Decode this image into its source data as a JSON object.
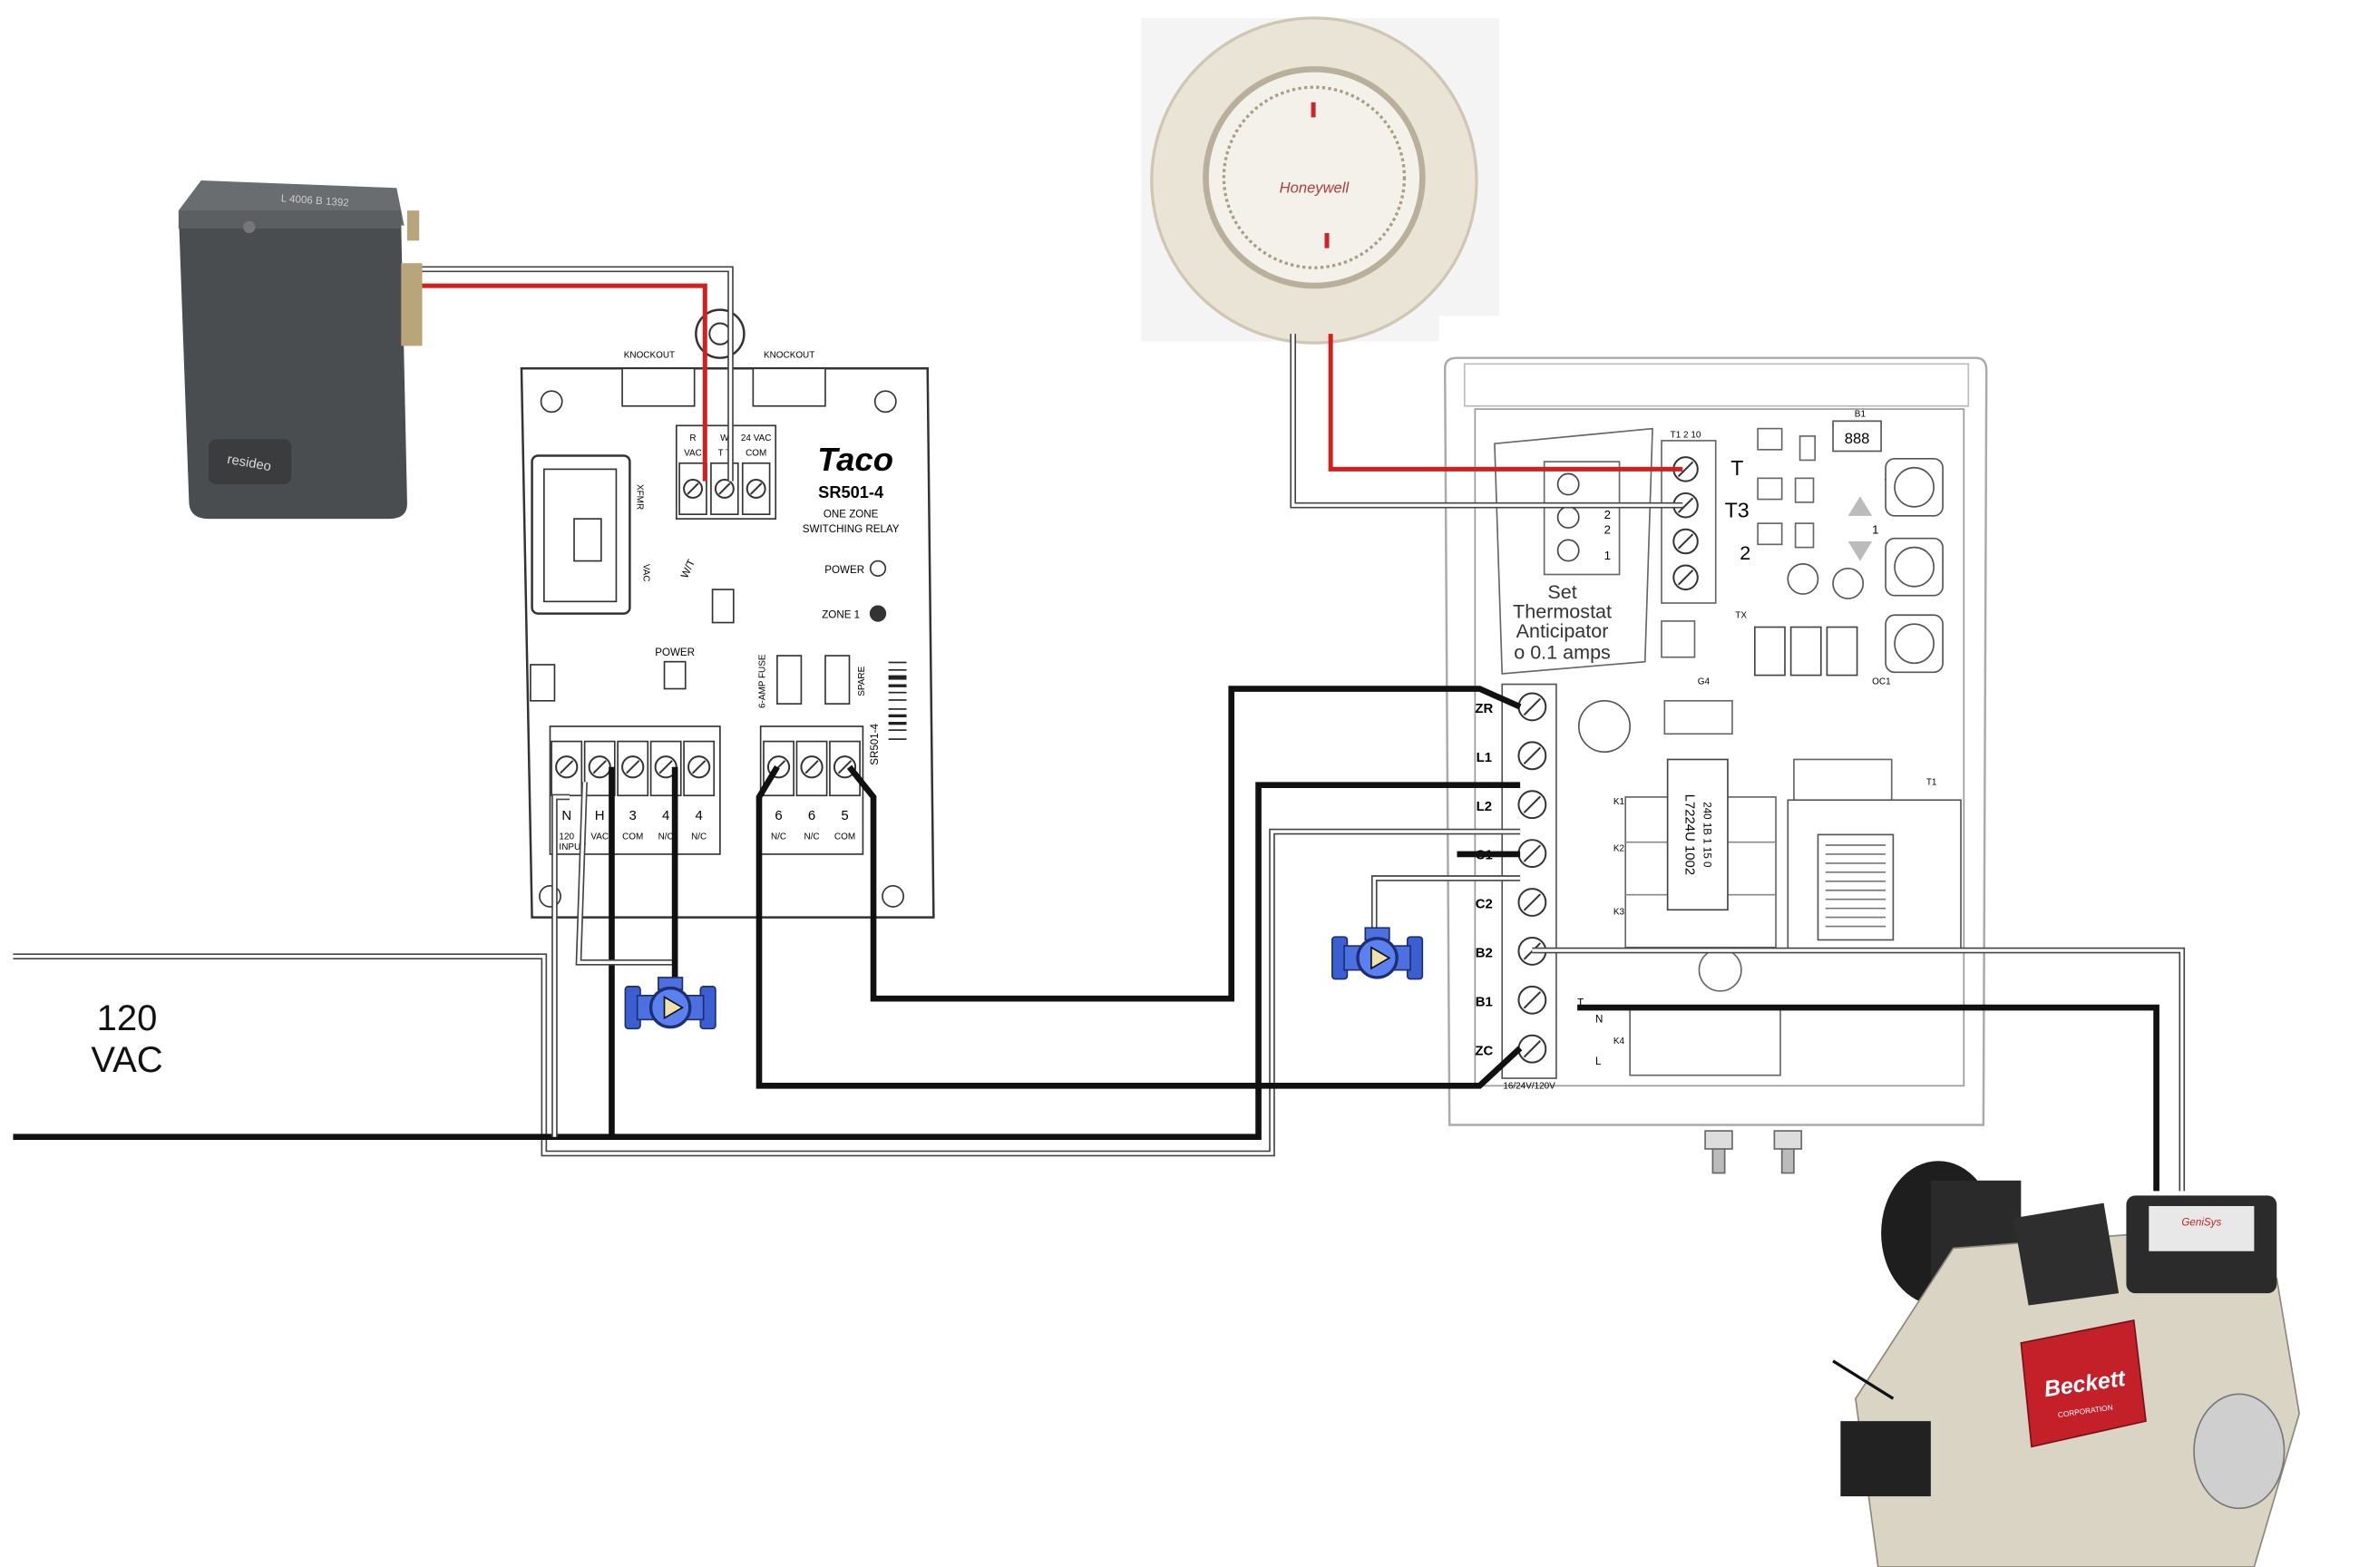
{
  "power": {
    "line1": "120",
    "line2": "VAC"
  },
  "aquastat": {
    "label": "L 4006 B 1392",
    "brand": "resideo"
  },
  "thermostat": {
    "brand": "Honeywell"
  },
  "relay": {
    "knockout_left": "KNOCKOUT",
    "knockout_right": "KNOCKOUT",
    "brand": "Taco",
    "model": "SR501-4",
    "desc1": "ONE ZONE",
    "desc2": "SWITCHING RELAY",
    "power_label": "POWER",
    "zone_label": "ZONE 1",
    "top_terminals": [
      {
        "top": "R",
        "bottom": "VAC"
      },
      {
        "top": "W",
        "bottom": "T T"
      },
      {
        "top": "24 VAC",
        "bottom": "COM"
      }
    ],
    "fuse_label": "6-AMP FUSE",
    "spare_label": "SPARE",
    "barcode_label": "SR501-4",
    "power_jumper": "POWER",
    "wire_label_1": "W/T",
    "wire_label_2": "VAC",
    "xfmr_label": "XFMR",
    "bottom_left_terminals": [
      {
        "top": "N",
        "bottom": "120"
      },
      {
        "top": "H",
        "bottom": "VAC"
      },
      {
        "top": "3",
        "bottom": "COM"
      },
      {
        "top": "4",
        "bottom": "N/C"
      },
      {
        "top": "4",
        "bottom": "N/C"
      }
    ],
    "bottom_left_footer": "INPUT",
    "bottom_right_terminals": [
      {
        "top": "6",
        "bottom": "N/C"
      },
      {
        "top": "6",
        "bottom": "N/C"
      },
      {
        "top": "5",
        "bottom": "COM"
      }
    ]
  },
  "controller": {
    "top_terminal_header": "T1  2 10",
    "t_label": "T",
    "t3_label": "T3",
    "num_2": "2",
    "num_3": "3",
    "num_1": "1",
    "block_nums": [
      "2",
      "2",
      "1"
    ],
    "anticipator": [
      "Set",
      "Thermostat",
      "Anticipator",
      "o 0.1 amps"
    ],
    "left_terminals": [
      "ZR",
      "L1",
      "L2",
      "C1",
      "C2",
      "B2",
      "B1",
      "ZC"
    ],
    "relay_labels": [
      "K1",
      "K2",
      "K3",
      "K4"
    ],
    "model_text": "L7224U 1002",
    "model_sub": "240 1B 1 15 0",
    "bottom_label": "16/24V/120V",
    "display": "888",
    "chip_label": "B1",
    "oc_label": "OC1",
    "g4_label": "G4",
    "tx_label": "TX",
    "t1_label": "T1",
    "side_labels": [
      "N",
      "L",
      "T"
    ]
  },
  "burner": {
    "brand": "Beckett",
    "sub": "CORPORATION",
    "control": "GeniSys"
  },
  "colors": {
    "hot": "#d41f1f",
    "neutral": "#777777",
    "black": "#111111",
    "pump": "#3b5fd0",
    "burner_red": "#c4202a"
  }
}
